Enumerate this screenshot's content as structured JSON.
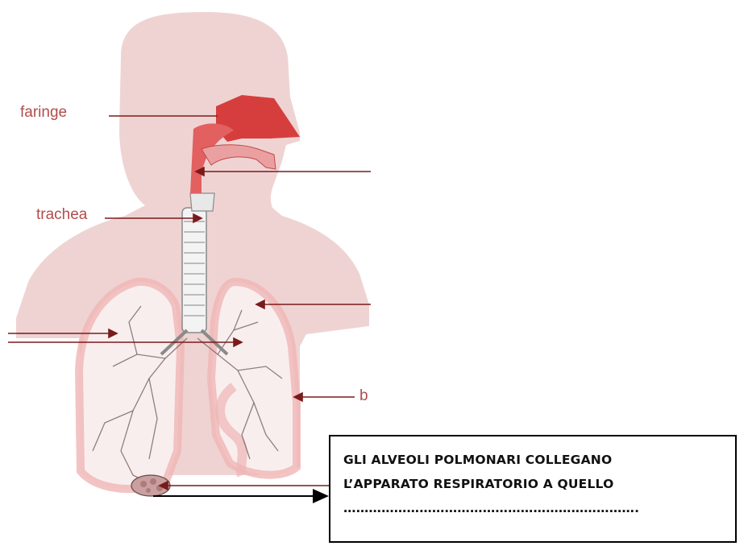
{
  "labels": {
    "faringe": "faringe",
    "trachea": "trachea",
    "b": "b"
  },
  "caption": {
    "line1": "GLI ALVEOLI POLMONARI COLLEGANO",
    "line2": "L’APPARATO RESPIRATORIO A QUELLO",
    "line3": "……………………………………………………………."
  },
  "colors": {
    "body_silhouette": "#efd3d3",
    "nasal_cavity": "#d63e3e",
    "lung_outline": "#f0b5b5",
    "label_text": "#b34c4c",
    "pointer_lines": "#7a1b1b"
  }
}
